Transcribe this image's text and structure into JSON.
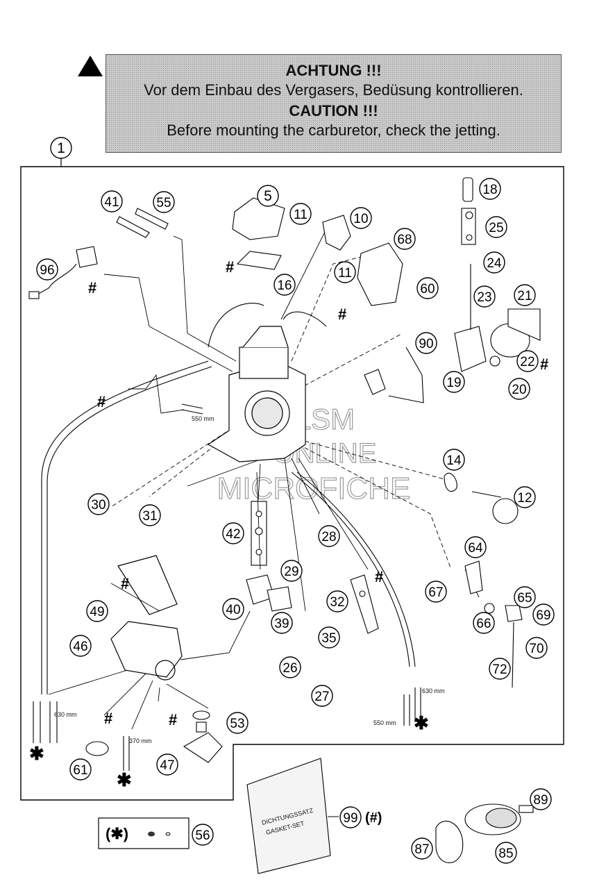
{
  "warning": {
    "title_de": "ACHTUNG !!!",
    "text_de": "Vor dem Einbau des Vergasers, Bedüsung kontrollieren.",
    "title_en": "CAUTION !!!",
    "text_en": "Before mounting the carburetor, check the jetting."
  },
  "watermark": {
    "line1": "LSM",
    "line2": "ONLINE",
    "line3": "MICROFICHE"
  },
  "gasket_set": {
    "line1": "DICHTUNGSSATZ",
    "line2": "GASKET-SET",
    "callout": "99",
    "suffix": "(#)"
  },
  "kit_box": {
    "label": "(✱)",
    "callout": "56"
  },
  "hose_lengths": {
    "top": "550 mm",
    "left_630": "630 mm",
    "center_370": "370 mm",
    "right_630": "630 mm",
    "right_550": "550 mm"
  },
  "symbols": {
    "hash": "#",
    "star": "✱"
  },
  "callouts": [
    {
      "id": "c1",
      "num": "1"
    },
    {
      "id": "c5",
      "num": "5"
    },
    {
      "id": "c10",
      "num": "10"
    },
    {
      "id": "c11a",
      "num": "11"
    },
    {
      "id": "c11b",
      "num": "11"
    },
    {
      "id": "c12",
      "num": "12"
    },
    {
      "id": "c14",
      "num": "14"
    },
    {
      "id": "c16",
      "num": "16"
    },
    {
      "id": "c18",
      "num": "18"
    },
    {
      "id": "c19",
      "num": "19"
    },
    {
      "id": "c20",
      "num": "20"
    },
    {
      "id": "c21",
      "num": "21"
    },
    {
      "id": "c22",
      "num": "22"
    },
    {
      "id": "c23",
      "num": "23"
    },
    {
      "id": "c24",
      "num": "24"
    },
    {
      "id": "c25",
      "num": "25"
    },
    {
      "id": "c26",
      "num": "26"
    },
    {
      "id": "c27",
      "num": "27"
    },
    {
      "id": "c28",
      "num": "28"
    },
    {
      "id": "c29",
      "num": "29"
    },
    {
      "id": "c30",
      "num": "30"
    },
    {
      "id": "c31",
      "num": "31"
    },
    {
      "id": "c32",
      "num": "32"
    },
    {
      "id": "c35",
      "num": "35"
    },
    {
      "id": "c39",
      "num": "39"
    },
    {
      "id": "c40",
      "num": "40"
    },
    {
      "id": "c41",
      "num": "41"
    },
    {
      "id": "c42",
      "num": "42"
    },
    {
      "id": "c46",
      "num": "46"
    },
    {
      "id": "c47",
      "num": "47"
    },
    {
      "id": "c49",
      "num": "49"
    },
    {
      "id": "c53",
      "num": "53"
    },
    {
      "id": "c55",
      "num": "55"
    },
    {
      "id": "c60",
      "num": "60"
    },
    {
      "id": "c61",
      "num": "61"
    },
    {
      "id": "c64",
      "num": "64"
    },
    {
      "id": "c65",
      "num": "65"
    },
    {
      "id": "c66",
      "num": "66"
    },
    {
      "id": "c67",
      "num": "67"
    },
    {
      "id": "c68",
      "num": "68"
    },
    {
      "id": "c69",
      "num": "69"
    },
    {
      "id": "c70",
      "num": "70"
    },
    {
      "id": "c72",
      "num": "72"
    },
    {
      "id": "c85",
      "num": "85"
    },
    {
      "id": "c87",
      "num": "87"
    },
    {
      "id": "c89",
      "num": "89"
    },
    {
      "id": "c90",
      "num": "90"
    },
    {
      "id": "c96",
      "num": "96"
    }
  ]
}
